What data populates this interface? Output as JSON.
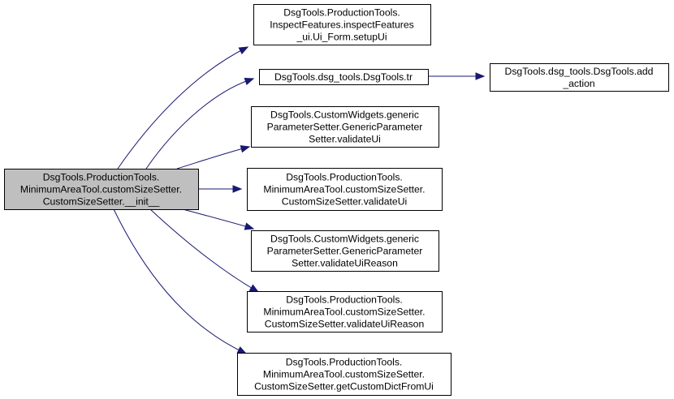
{
  "diagram": {
    "edge_color": "#191970",
    "root_fill": "#bfbfbf",
    "nodes": [
      {
        "id": "root",
        "lines": [
          "DsgTools.ProductionTools.",
          "MinimumAreaTool.customSizeSetter.",
          "CustomSizeSetter.__init__"
        ]
      },
      {
        "id": "setupUi",
        "lines": [
          "DsgTools.ProductionTools.",
          "InspectFeatures.inspectFeatures",
          "_ui.Ui_Form.setupUi"
        ]
      },
      {
        "id": "tr",
        "lines": [
          "DsgTools.dsg_tools.DsgTools.tr"
        ]
      },
      {
        "id": "add_action",
        "lines": [
          "DsgTools.dsg_tools.DsgTools.add",
          "_action"
        ]
      },
      {
        "id": "generic_validateUi",
        "lines": [
          "DsgTools.CustomWidgets.generic",
          "ParameterSetter.GenericParameter",
          "Setter.validateUi"
        ]
      },
      {
        "id": "custom_validateUi",
        "lines": [
          "DsgTools.ProductionTools.",
          "MinimumAreaTool.customSizeSetter.",
          "CustomSizeSetter.validateUi"
        ]
      },
      {
        "id": "generic_validateUiReason",
        "lines": [
          "DsgTools.CustomWidgets.generic",
          "ParameterSetter.GenericParameter",
          "Setter.validateUiReason"
        ]
      },
      {
        "id": "custom_validateUiReason",
        "lines": [
          "DsgTools.ProductionTools.",
          "MinimumAreaTool.customSizeSetter.",
          "CustomSizeSetter.validateUiReason"
        ]
      },
      {
        "id": "getCustomDictFromUi",
        "lines": [
          "DsgTools.ProductionTools.",
          "MinimumAreaTool.customSizeSetter.",
          "CustomSizeSetter.getCustomDictFromUi"
        ]
      }
    ],
    "edges": [
      {
        "from": "root",
        "to": "setupUi"
      },
      {
        "from": "root",
        "to": "tr"
      },
      {
        "from": "tr",
        "to": "add_action"
      },
      {
        "from": "root",
        "to": "generic_validateUi"
      },
      {
        "from": "root",
        "to": "custom_validateUi"
      },
      {
        "from": "root",
        "to": "generic_validateUiReason"
      },
      {
        "from": "root",
        "to": "custom_validateUiReason"
      },
      {
        "from": "root",
        "to": "getCustomDictFromUi"
      }
    ]
  }
}
